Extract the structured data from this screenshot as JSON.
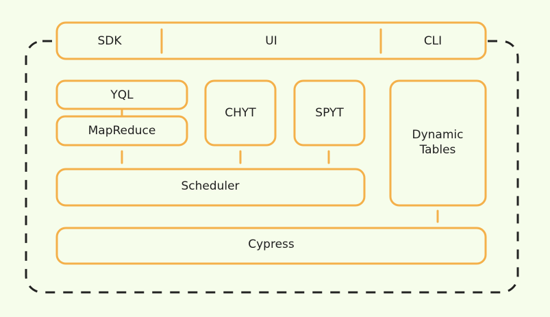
{
  "colors": {
    "accent": "#f4b04a",
    "background": "#f6fdeb",
    "border": "#222222"
  },
  "top_bar": {
    "sdk": "SDK",
    "ui": "UI",
    "cli": "CLI"
  },
  "components": {
    "yql": "YQL",
    "mapreduce": "MapReduce",
    "chyt": "CHYT",
    "spyt": "SPYT",
    "dynamic_tables_line1": "Dynamic",
    "dynamic_tables_line2": "Tables",
    "scheduler": "Scheduler",
    "cypress": "Cypress"
  }
}
